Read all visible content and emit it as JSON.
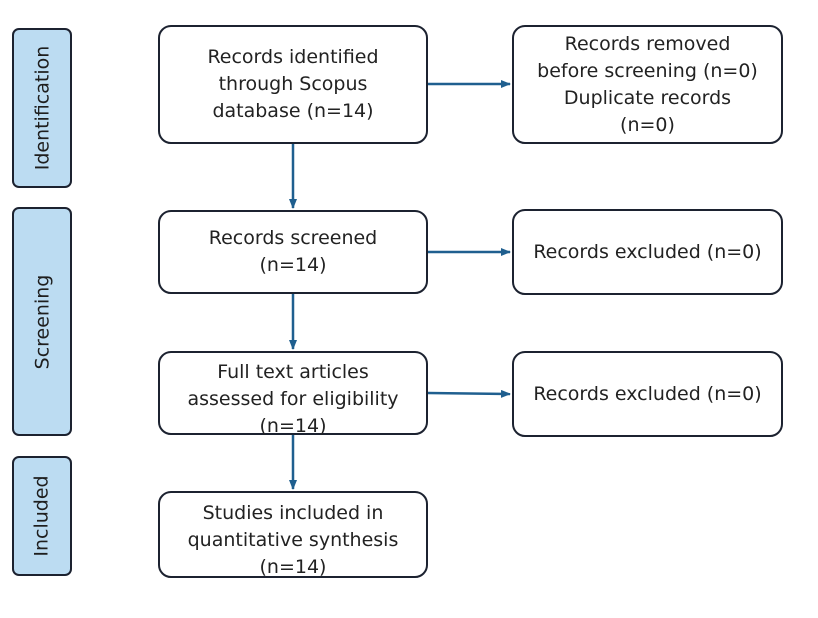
{
  "phases": {
    "identification": "Identification",
    "screening": "Screening",
    "included": "Included"
  },
  "boxes": {
    "identified": "Records identified\nthrough Scopus\ndatabase (n=14)",
    "removed": "Records removed\nbefore screening (n=0)\nDuplicate records\n(n=0)",
    "screened": "Records screened\n(n=14)",
    "excluded_screening": "Records excluded (n=0)",
    "full_text": "Full text articles\nassessed for eligibility\n(n=14)",
    "excluded_eligibility": "Records excluded (n=0)",
    "included": "Studies included in\nquantitative synthesis\n(n=14)"
  },
  "colors": {
    "phase_fill": "#bcdcf2",
    "border": "#1c2230",
    "arrow": "#1f5f8f"
  }
}
